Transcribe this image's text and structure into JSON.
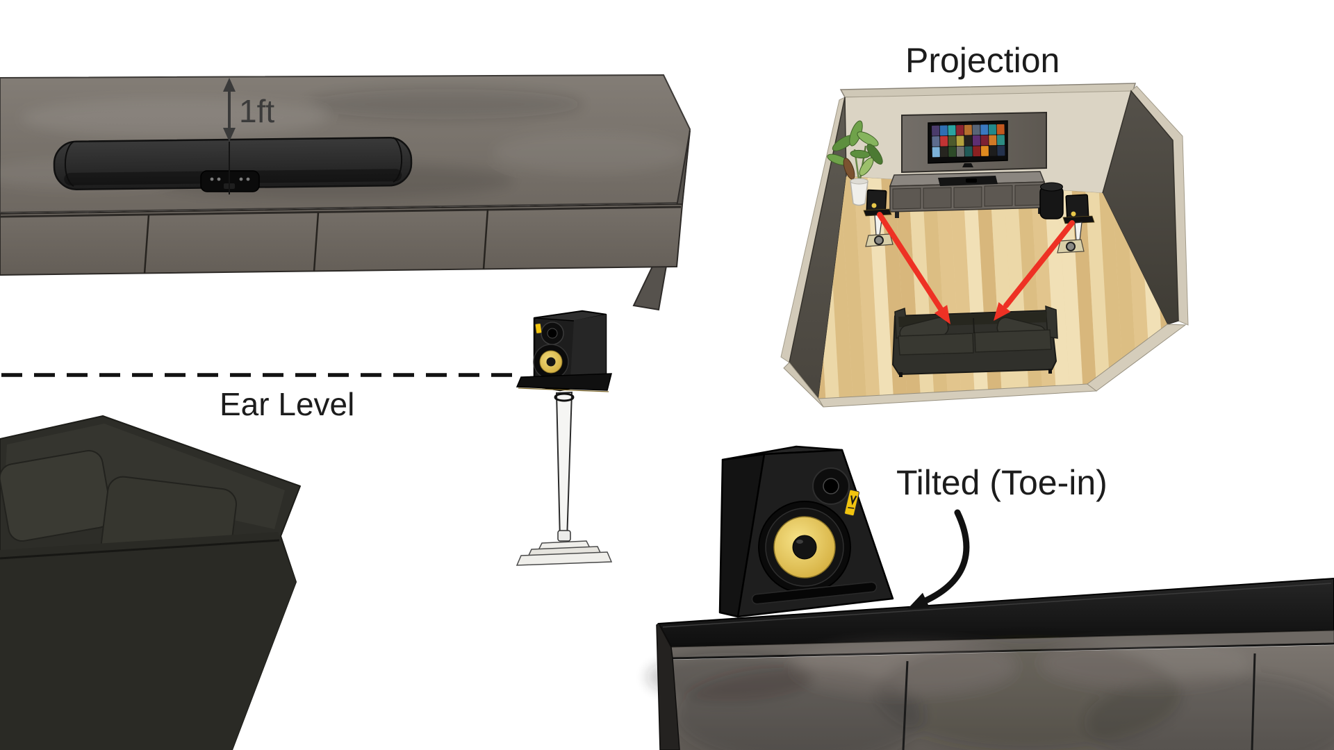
{
  "annotations": {
    "clearance_label": "1ft",
    "ear_level_label": "Ear Level",
    "projection_label": "Projection",
    "toe_in_label": "Tilted (Toe-in)"
  },
  "colors": {
    "projection_arrow_red": "#ee3124",
    "annotation_ink": "#1c1c1c",
    "speaker_cone_yellow": "#e9c94d",
    "wall_beige": "#d9d2c2",
    "dark_wall": "#57534b",
    "cabinet_gray": "#716c67",
    "couch_charcoal": "#2e2e29",
    "wood_floor": "#ead2a2"
  },
  "projection_room": {
    "tv_poster_colors": [
      "#4a3b6b",
      "#2f6fb4",
      "#2aa3a0",
      "#8a2430",
      "#b56f2e",
      "#586577",
      "#3a79c0",
      "#23898b",
      "#c3581f",
      "#5d6c8e",
      "#c23434",
      "#4d5a2c",
      "#b3a23f",
      "#23211d",
      "#5e2f73",
      "#7c2133",
      "#d07a27",
      "#2d8c82",
      "#7cb1d8",
      "#26251f",
      "#2d4a28",
      "#6e6e6e",
      "#205a57",
      "#8c2121",
      "#e08b1f",
      "#1d1d1d",
      "#24324d"
    ],
    "floor_plank_tints": [
      "#f1e0b6",
      "#e6cc96",
      "#dcbe83",
      "#e9d4a5",
      "#d8b77c",
      "#efdcae",
      "#e2c58d",
      "#d5ae72",
      "#ecd8a8",
      "#dfc28a"
    ]
  }
}
